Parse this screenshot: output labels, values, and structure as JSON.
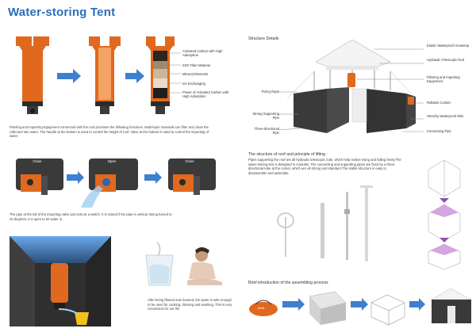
{
  "title": "Water-storing Tent",
  "filter_labels": [
    "Activated Carbon with High Adsorption",
    "KDF Filter Material",
    "Mineral Elements",
    "Ion Exchanging",
    "Power of Activated Carbon with High Adsorption"
  ],
  "filter_text": "Filtering and Importing Equipment connected with the roof promises the following functions. Multi-layer materials can filter and clean the collected rain water. The handle at the bottom is used to control the height of roof. Valve at the bottom is used to control the importing of water.",
  "valve_states": [
    "Close",
    "Open",
    "Close"
  ],
  "valve_text": "The pipe at the tail of the importing valve just acts as a switch. It is closed if the pipe is vertical. Being turned to 20 degrees, it is open to let water in.",
  "drink_text": "After being filtered and cleaned, the water is safe enough to be used for cooking, drinking and washing. This is very convenient for our life.",
  "structure_title": "Structure Details",
  "structure_labels_right": [
    "Elastic Waterproof Housetop",
    "Hydraulic Telescopic Rod",
    "Filtering and Importing Equipment",
    "Rollable Curtain",
    "Stretchy Waterproof Skin",
    "Connecting Pipe"
  ],
  "structure_labels_left": [
    "Fixing Rope",
    "Strong Supporting Pipe",
    "Three-directional Pipe"
  ],
  "roof_title": "The structure of roof and principle of lifting :",
  "roof_text": "Pipes supporting the roof are all hydraulic telescopic rods, which help realize rising and falling freely.The water-storing tent is designed in modules. The connecting and supporting pipes are fixed by a three-directional tube at the corner, which are all strong and standard.The stable structure is easy to disassemble and assemble.",
  "assembly_title": "Brief introduction of the assembling process",
  "bag_label": "Aerik",
  "colors": {
    "title_blue": "#2a6fb6",
    "orange": "#e0691f",
    "dark_gray": "#3a3a3a",
    "arrow_blue": "#3d7fd0"
  }
}
